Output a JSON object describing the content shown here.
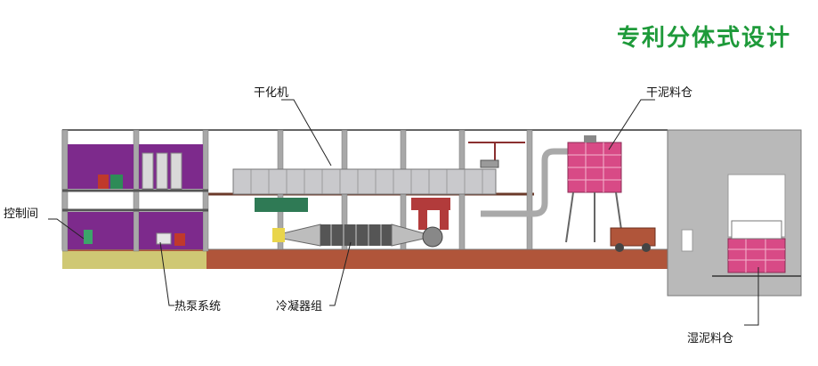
{
  "title": "专利分体式设计",
  "labels": {
    "dryer": "干化机",
    "dry_silo": "干泥料仓",
    "control_room": "控制间",
    "heat_pump": "热泵系统",
    "condenser": "冷凝器组",
    "wet_silo": "湿泥料仓"
  },
  "colors": {
    "title": "#1e9a3a",
    "purple": "#7d2a8c",
    "pink": "#d84a86",
    "floor": "#b0553a",
    "base": "#cfc874",
    "teal": "#2f7a55",
    "wall": "#b9b9b9"
  }
}
